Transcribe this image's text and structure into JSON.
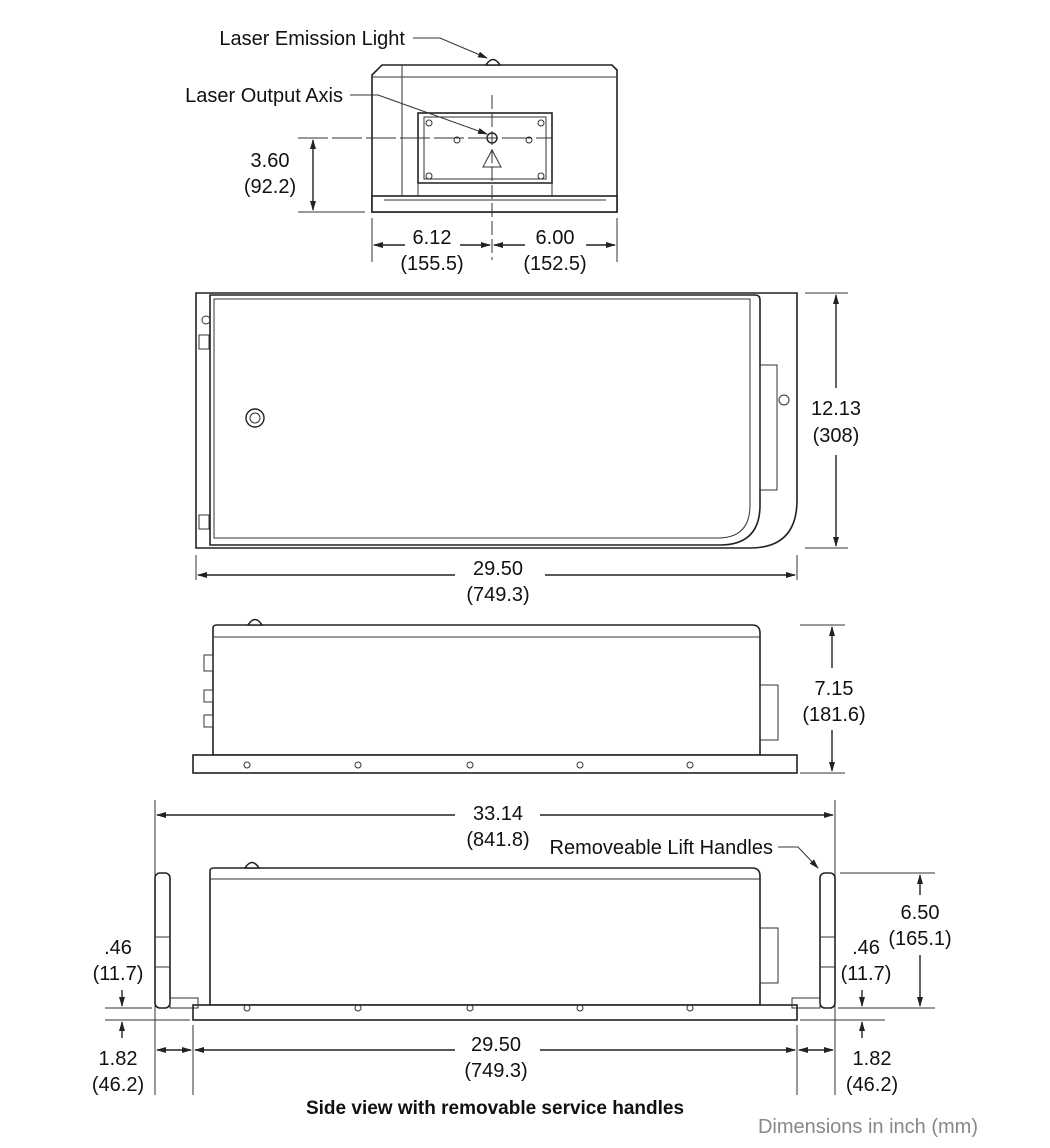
{
  "labels": {
    "emission_light": "Laser Emission Light",
    "output_axis": "Laser Output Axis",
    "lift_handles": "Removeable Lift Handles"
  },
  "dimensions": {
    "front_height": {
      "inch": "3.60",
      "mm": "(92.2)"
    },
    "front_left_width": {
      "inch": "6.12",
      "mm": "(155.5)"
    },
    "front_right_width": {
      "inch": "6.00",
      "mm": "(152.5)"
    },
    "top_depth": {
      "inch": "12.13",
      "mm": "(308)"
    },
    "top_length": {
      "inch": "29.50",
      "mm": "(749.3)"
    },
    "side_height": {
      "inch": "7.15",
      "mm": "(181.6)"
    },
    "overall_length_with_handles": {
      "inch": "33.14",
      "mm": "(841.8)"
    },
    "handle_height": {
      "inch": "6.50",
      "mm": "(165.1)"
    },
    "handle_offset_left": {
      "inch": ".46",
      "mm": "(11.7)"
    },
    "handle_offset_right": {
      "inch": ".46",
      "mm": "(11.7)"
    },
    "handle_gap_left": {
      "inch": "1.82",
      "mm": "(46.2)"
    },
    "handle_gap_right": {
      "inch": "1.82",
      "mm": "(46.2)"
    },
    "base_length": {
      "inch": "29.50",
      "mm": "(749.3)"
    }
  },
  "caption": "Side view with removable service handles",
  "units_note": "Dimensions in inch (mm)"
}
